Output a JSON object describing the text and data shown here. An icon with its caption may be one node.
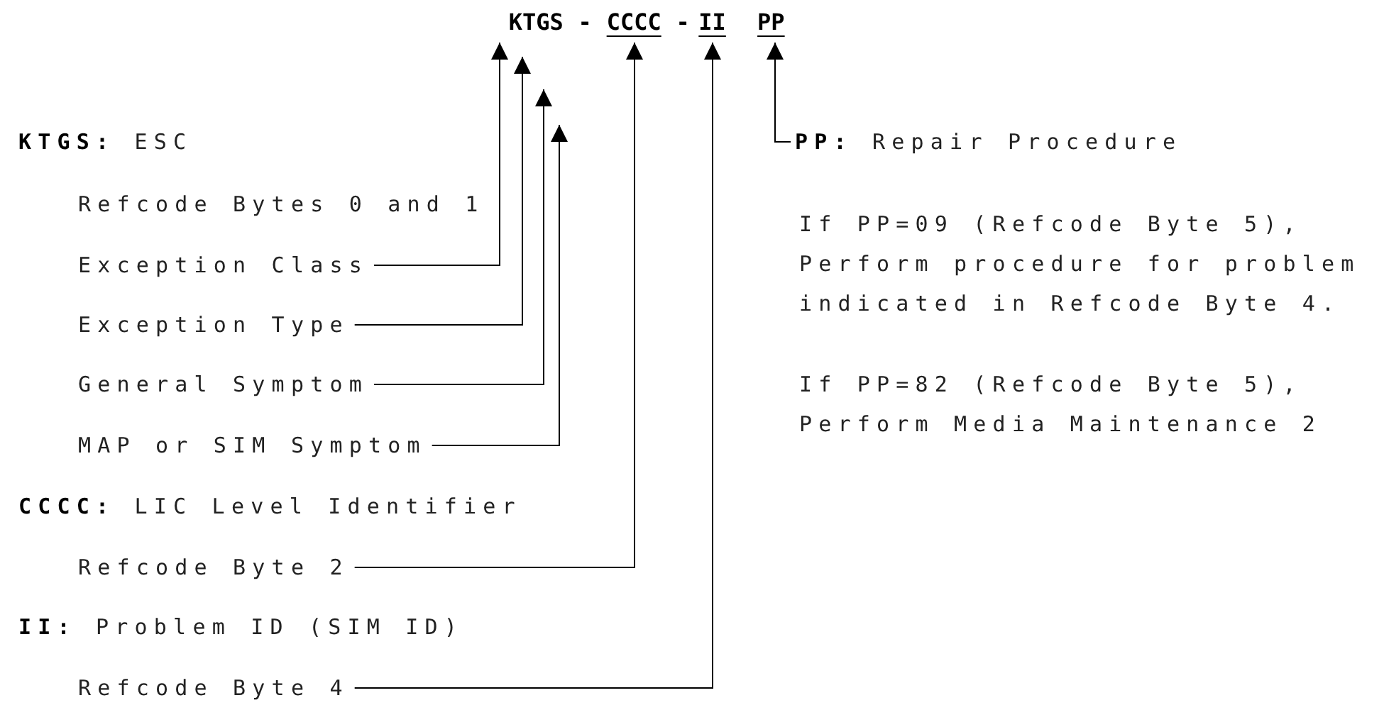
{
  "diagram": {
    "nodes": [
      {
        "text": [
          "KTGS"
        ]
      },
      {
        "text": [
          "CCCC"
        ]
      },
      {
        "text": [
          "II"
        ]
      },
      {
        "text": [
          "PP"
        ]
      },
      {
        "text": [
          "Exception Class"
        ]
      },
      {
        "text": [
          "Exception Type"
        ]
      },
      {
        "text": [
          "General Symptom"
        ]
      },
      {
        "text": [
          "MAP or SIM Symptom"
        ]
      },
      {
        "text": [
          "Refcode Byte 2"
        ]
      },
      {
        "text": [
          "Refcode Byte 4"
        ]
      },
      {
        "text": [
          "**PP:** Repair Procedure"
        ]
      }
    ],
    "edges": [
      {
        "from": 4,
        "to": 0,
        "arrow": "to"
      },
      {
        "from": 5,
        "to": 0,
        "arrow": "to"
      },
      {
        "from": 6,
        "to": 0,
        "arrow": "to"
      },
      {
        "from": 7,
        "to": 0,
        "arrow": "to"
      },
      {
        "from": 8,
        "to": 1,
        "arrow": "to"
      },
      {
        "from": 9,
        "to": 2,
        "arrow": "to"
      },
      {
        "from": 10,
        "to": 3,
        "arrow": "to"
      }
    ],
    "labels": [
      "-",
      "-",
      "**KTGS:** ESC",
      "Refcode Bytes 0 and 1",
      "**CCCC:** LIC Level Identifier",
      "**II:** Problem ID (SIM ID)",
      "If PP=09 (Refcode Byte 5), Perform procedure for problem indicated in Refcode Byte 4.",
      "If PP=82 (Refcode Byte 5), Perform Media Maintenance 2"
    ]
  }
}
